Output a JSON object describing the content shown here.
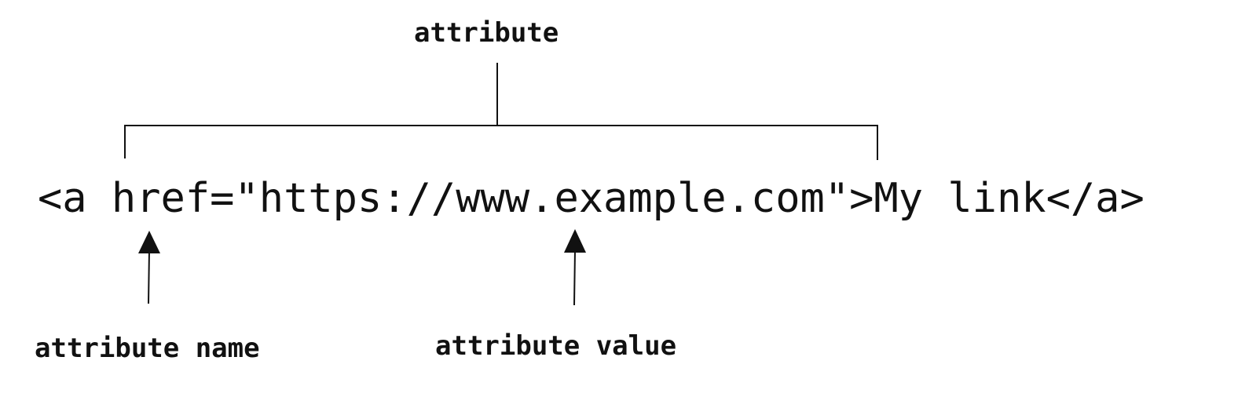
{
  "code": "<a href=\"https://www.example.com\">My link</a>",
  "labels": {
    "attribute": "attribute",
    "attribute_name": "attribute name",
    "attribute_value": "attribute value"
  },
  "colors": {
    "ink": "#111111",
    "background": "#ffffff"
  }
}
